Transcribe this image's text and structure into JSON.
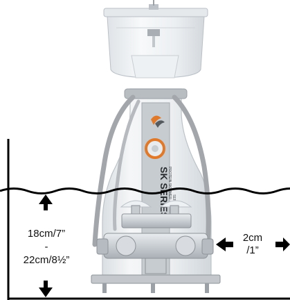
{
  "product": {
    "brand_name": "SK SERIES",
    "sub_name": "PROTEIN SKIMMER",
    "sub_name_2": "SERIES"
  },
  "measurements": {
    "water_depth_min": "18cm/7”",
    "water_depth_separator": "-",
    "water_depth_max": "22cm/8½”",
    "wall_clearance_value": "2cm",
    "wall_clearance_imperial": "/1”"
  },
  "colors": {
    "body_clear": "#e9edf0",
    "body_outline": "#b9c0c6",
    "tube_grey": "#a3a7ab",
    "plate_grey": "#c4c8cc",
    "accent_orange": "#e07a2a",
    "arrow_black": "#000000"
  },
  "icons": [
    "arrow-up-icon",
    "arrow-down-icon",
    "arrow-left-icon",
    "arrow-right-icon",
    "orange-logo-icon"
  ]
}
